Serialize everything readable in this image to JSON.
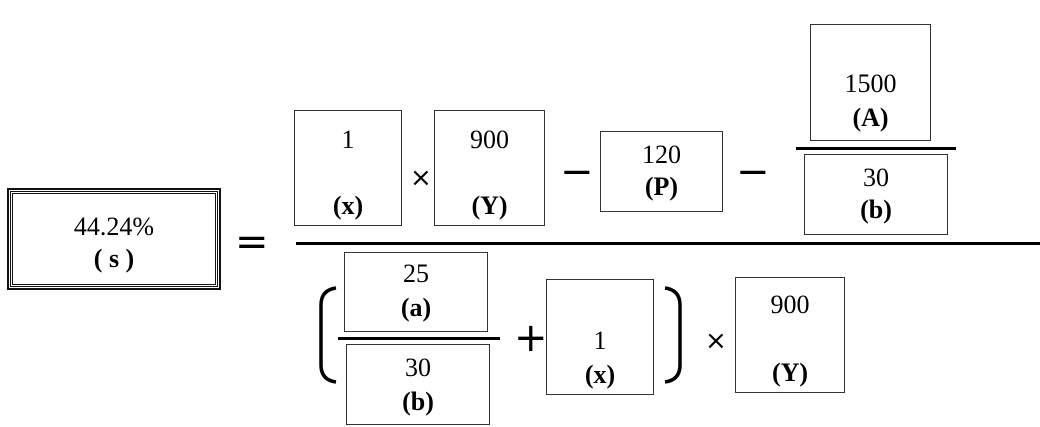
{
  "result": {
    "value": "44.24%",
    "label": "( s )"
  },
  "equals": "=",
  "numerator": {
    "x_box": {
      "value": "1",
      "label": "(x)"
    },
    "times": "×",
    "y_box": {
      "value": "900",
      "label": "(Y)"
    },
    "minus1": "−",
    "p_box": {
      "value": "120",
      "label": "(P)"
    },
    "minus2": "−",
    "a_box": {
      "value": "1500",
      "label": "(A)"
    },
    "b_box": {
      "value": "30",
      "label": "(b)"
    }
  },
  "denominator": {
    "a_box": {
      "value": "25",
      "label": "(a)"
    },
    "b_box": {
      "value": "30",
      "label": "(b)"
    },
    "plus": "+",
    "x_box": {
      "value": "1",
      "label": "(x)"
    },
    "times": "×",
    "y_box": {
      "value": "900",
      "label": "(Y)"
    }
  }
}
